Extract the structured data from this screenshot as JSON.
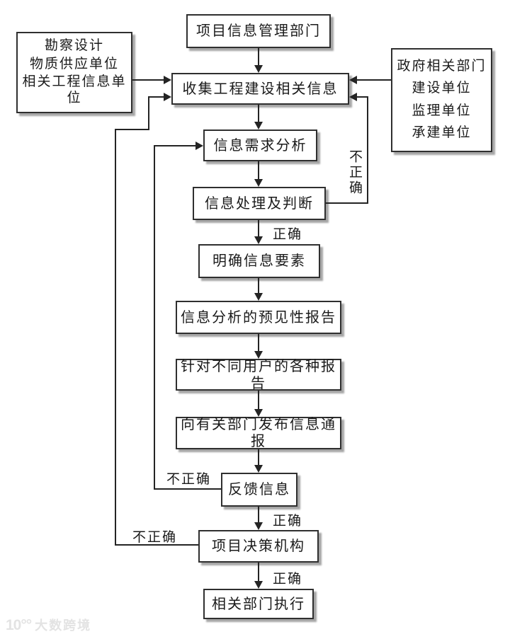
{
  "diagram": {
    "nodes": {
      "project_info_dept": {
        "label": "项目信息管理部门"
      },
      "survey_units": {
        "lines": [
          "勘察设计",
          "物质供应单位",
          "相关工程信息单位"
        ]
      },
      "collect_info": {
        "label": "收集工程建设相关信息"
      },
      "gov_units": {
        "lines": [
          "政府相关部门",
          "建设单位",
          "监理单位",
          "承建单位"
        ]
      },
      "demand_analysis": {
        "label": "信息需求分析"
      },
      "processing_judgment": {
        "label": "信息处理及判断"
      },
      "clarify_elements": {
        "label": "明确信息要素"
      },
      "predictive_report": {
        "label": "信息分析的预见性报告"
      },
      "user_reports": {
        "label": "针对不同用户的各种报告"
      },
      "info_bulletin": {
        "label": "向有关部门发布信息通报"
      },
      "feedback": {
        "label": "反馈信息"
      },
      "decision_body": {
        "label": "项目决策机构"
      },
      "execution": {
        "label": "相关部门执行"
      }
    },
    "edge_labels": {
      "correct_judgment": "正确",
      "correct_feedback": "正确",
      "correct_decision": "正确",
      "incorrect_collect": "不正确",
      "incorrect_feedback": "不正确",
      "incorrect_decision": "不正确"
    },
    "colors": {
      "line": "#242424",
      "box_border": "#2f2f2f",
      "box_fill": "#ffffff",
      "text": "#1a1a1a",
      "shadow": "#a6a6a6",
      "watermark": "#e3e3e3"
    }
  },
  "watermark": {
    "logo": "10°°",
    "text": "大数跨境"
  }
}
